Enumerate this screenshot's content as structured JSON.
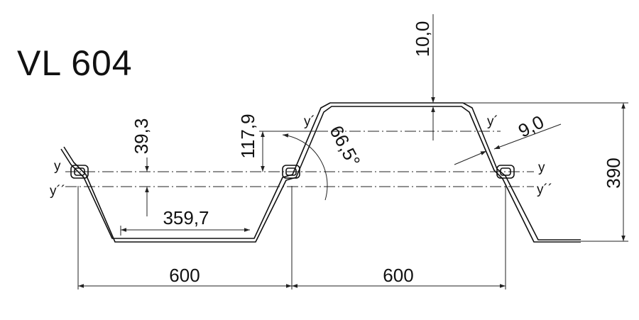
{
  "title": "VL 604",
  "dimensions": {
    "web_thickness": "10,0",
    "flange_thickness": "9,0",
    "height": "390",
    "depth_lower": "39,3",
    "depth_upper": "117,9",
    "angle": "66,5°",
    "flange_width": "359,7",
    "width_left": "600",
    "width_right": "600"
  },
  "axes": {
    "y": "y",
    "y_prime": "y´",
    "y_double_prime": "y´´"
  }
}
